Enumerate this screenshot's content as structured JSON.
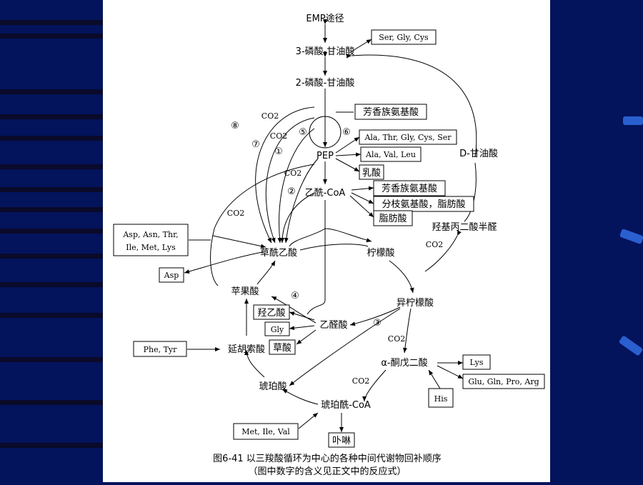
{
  "nodes": {
    "emp": "EMP途径",
    "pga3": "3-磷酸-甘油酸",
    "pga2": "2-磷酸-甘油酸",
    "pep": "PEP",
    "acetyl_coa": "乙酰-CoA",
    "oxaloacetate": "草酰乙酸",
    "citrate": "柠檬酸",
    "malate": "苹果酸",
    "isocitrate": "异柠檬酸",
    "glyoxylate": "乙醛酸",
    "fumarate": "延胡索酸",
    "akg": "α-酮戊二酸",
    "succinate": "琥珀酸",
    "succinyl_coa": "琥珀酰-CoA",
    "d_glycerate": "D-甘油酸",
    "hydroxypyruvate": "羟基丙二酸半醛"
  },
  "boxes": {
    "ser_gly_cys": "Ser, Gly, Cys",
    "aromatic1": "芳香族氨基酸",
    "ala_group": "Ala, Thr, Gly, Cys, Ser",
    "ala_val_leu": "Ala, Val, Leu",
    "lactate": "乳酸",
    "aromatic2": "芳香族氨基酸",
    "branched": "分枝氨基酸，脂肪酸",
    "fatty": "脂肪酸",
    "asp_group_1": "Asp, Asn, Thr,",
    "asp_group_2": "Ile, Met, Lys",
    "asp": "Asp",
    "hydroxyacetate": "羟乙酸",
    "gly": "Gly",
    "oxalate": "草酸",
    "phe_tyr": "Phe, Tyr",
    "lys": "Lys",
    "glu_group": "Glu, Gln, Pro, Arg",
    "his": "His",
    "met_ile_val": "Met, Ile, Val",
    "porphyrin": "卟啉"
  },
  "labels": {
    "co2_1": "CO2",
    "co2_2": "CO2",
    "co2_3": "CO2",
    "co2_4": "CO2",
    "co2_5": "CO2",
    "co2_6": "CO2",
    "co2_7": "CO2",
    "n1": "①",
    "n2": "②",
    "n3": "③",
    "n4": "④",
    "n5": "⑤",
    "n6": "⑥",
    "n7": "⑦",
    "n8": "⑧"
  },
  "caption": {
    "line1": "图6-41 以三羧酸循环为中心的各种中间代谢物回补顺序",
    "line2": "（图中数字的含义见正文中的反应式）"
  }
}
